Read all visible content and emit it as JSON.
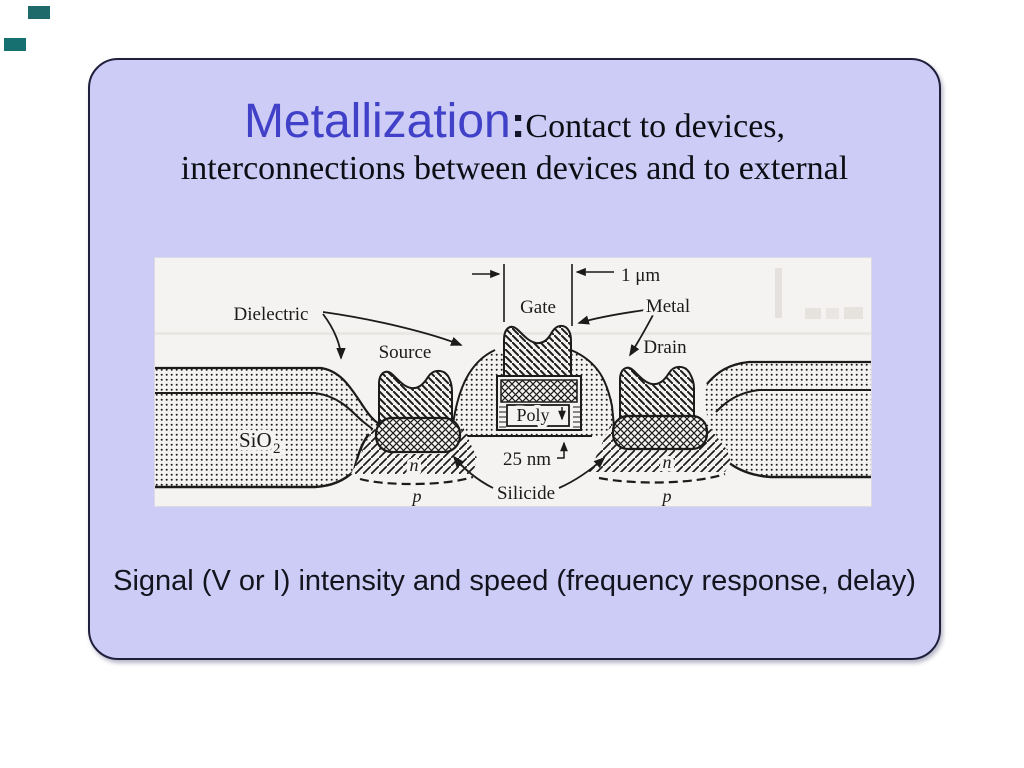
{
  "decor": {
    "square_top": {
      "color": "#1e6a6a"
    },
    "square_bottom": {
      "color": "#177070"
    }
  },
  "slide": {
    "background": "#ccccf6",
    "border_color": "#20203d",
    "title": {
      "highlight": "Metallization",
      "highlight_color": "#4040c8",
      "colon": ":",
      "rest_line1": "Contact to devices,",
      "line2": "interconnections between devices and to external"
    },
    "footer": "Signal (V or I) intensity and speed (frequency response, delay)"
  },
  "figure": {
    "ink_color": "#1b1b1b",
    "paper_color": "#f5f3f1",
    "labels": {
      "gate_width": "1 μm",
      "gate": "Gate",
      "metal": "Metal",
      "dielectric": "Dielectric",
      "source": "Source",
      "drain": "Drain",
      "sio2_base": "SiO",
      "sio2_sub": "2",
      "poly": "Poly",
      "gate_oxide_thickness": "25 nm",
      "silicide": "Silicide",
      "n_left": "n",
      "p_left": "p",
      "n_right": "n",
      "p_right": "p"
    }
  }
}
